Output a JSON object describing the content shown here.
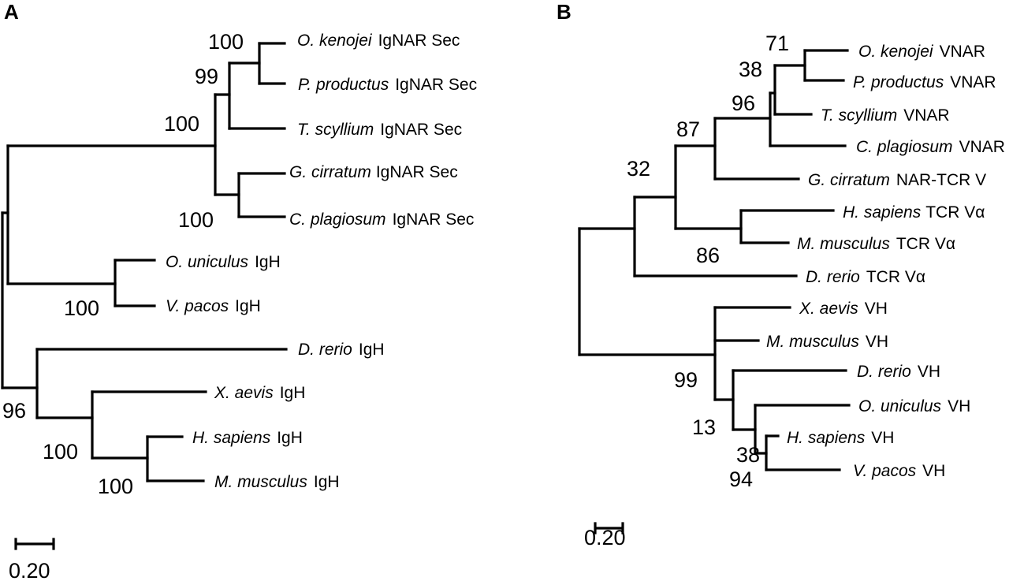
{
  "panels": [
    {
      "letter": "A",
      "scale_label": "0.20",
      "taxa": [
        {
          "species": "O. kenojei",
          "gene": "IgNAR Sec"
        },
        {
          "species": "P. productus",
          "gene": "IgNAR Sec"
        },
        {
          "species": "T. scyllium",
          "gene": "IgNAR Sec"
        },
        {
          "species": "G. cirratum",
          "gene": "IgNAR Sec"
        },
        {
          "species": "C. plagiosum",
          "gene": "IgNAR Sec"
        },
        {
          "species": "O. uniculus",
          "gene": "IgH"
        },
        {
          "species": "V. pacos",
          "gene": "IgH"
        },
        {
          "species": "D. rerio",
          "gene": "IgH"
        },
        {
          "species": "X. aevis",
          "gene": "IgH"
        },
        {
          "species": "H. sapiens",
          "gene": "IgH"
        },
        {
          "species": "M. musculus",
          "gene": "IgH"
        }
      ],
      "support_values": [
        "100",
        "99",
        "100",
        "100",
        "100",
        "96",
        "100",
        "100"
      ]
    },
    {
      "letter": "B",
      "scale_label": "0.20",
      "taxa": [
        {
          "species": "O. kenojei",
          "gene": "VNAR"
        },
        {
          "species": "P. productus",
          "gene": "VNAR"
        },
        {
          "species": "T. scyllium",
          "gene": "VNAR"
        },
        {
          "species": "C. plagiosum",
          "gene": "VNAR"
        },
        {
          "species": "G. cirratum",
          "gene": "NAR-TCR V"
        },
        {
          "species": "H. sapiens",
          "gene": "TCR Vα"
        },
        {
          "species": "M. musculus",
          "gene": "TCR Vα"
        },
        {
          "species": "D. rerio",
          "gene": "TCR Vα"
        },
        {
          "species": "X. aevis",
          "gene": "VH"
        },
        {
          "species": "M. musculus",
          "gene": "VH"
        },
        {
          "species": "D. rerio",
          "gene": "VH"
        },
        {
          "species": "O. uniculus",
          "gene": "VH"
        },
        {
          "species": "H. sapiens",
          "gene": "VH"
        },
        {
          "species": "V. pacos",
          "gene": "VH"
        }
      ],
      "support_values": [
        "71",
        "38",
        "96",
        "87",
        "32",
        "86",
        "99",
        "13",
        "38",
        "94"
      ]
    }
  ]
}
